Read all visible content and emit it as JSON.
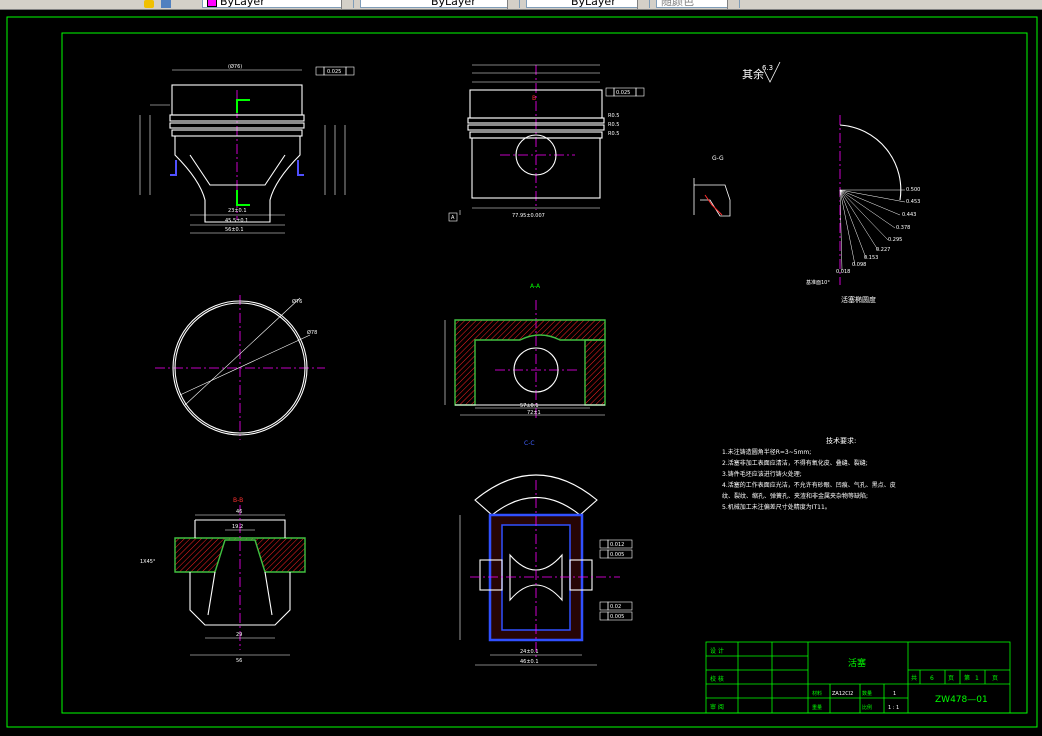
{
  "toolbar": {
    "layer_color_label": "ByLayer",
    "linetype_label": "ByLayer",
    "lineweight_label": "ByLayer",
    "plotstyle_label": "随颜色"
  },
  "drawing": {
    "roughness_label": "其余",
    "roughness_value": "6.3",
    "section_aa": "A-A",
    "section_bb": "B-B",
    "section_cc": "C-C",
    "section_gg": "G-G",
    "ovality_title": "活塞椭圆度",
    "dim_top_diameter": "(Ø76)",
    "dim_width_a": "23±0.1",
    "dim_width_b": "45.5±0.1",
    "dim_width_c": "56±0.1",
    "dim_total_width": "77.95±0.007",
    "dim_aa_a": "57±0.1",
    "dim_aa_b": "72±1",
    "dim_cc_a": "24±0.1",
    "dim_cc_b": "46±0.1",
    "dim_bb_top": "46",
    "dim_bb_mid": "19.2",
    "dim_bb_low": "29",
    "dim_bb_bot": "56",
    "dim_bb_chamfer": "1X45°",
    "dim_circle_a": "Ø76",
    "dim_circle_b": "Ø78",
    "ovality_values": [
      "0.500",
      "0.453",
      "0.443",
      "0.378",
      "0.295",
      "0.227",
      "0.153",
      "0.098",
      "0.018"
    ],
    "ovality_angle": "基准面10°",
    "radii": [
      "R0.5",
      "R0.5",
      "R0.5"
    ],
    "tolerance_a": "0.025",
    "tolerance_b": "0.025",
    "tolerance_c": "0.012",
    "tolerance_d": "0.005",
    "tolerance_e": "0.02",
    "tolerance_f": "0.005"
  },
  "tech": {
    "title": "技术要求:",
    "lines": [
      "1.未注铸造圆角半径R=3~5mm;",
      "2.活塞非加工表面应清洁，不得有氧化皮、叠缝、裂缝;",
      "3.铸件毛坯应该进行铸火处理;",
      "4.活塞的工作表面应光洁，不允许有砂眼、凹痕、气孔、黑点、皮",
      "纹、裂纹、缩孔、弹簧孔、夹渣和非金属夹杂物等缺陷;",
      "5.机械加工未注偏差尺寸处精度为IT11。"
    ]
  },
  "title_block": {
    "design": "设 计",
    "check": "校 核",
    "review": "审 阅",
    "part_name": "活塞",
    "material_label": "材料",
    "material_value": "ZA12Cl2",
    "quantity_label": "数量",
    "quantity_value": "1",
    "weight_label": "重量",
    "scale_label": "比例",
    "scale_value": "1 : 1",
    "total_label": "共",
    "total_value": "6",
    "page_label": "页",
    "sheet_label": "第",
    "sheet_value": "1",
    "sheet_page_label": "页",
    "drawing_number": "ZW478—01"
  },
  "colors": {
    "background": "#000000",
    "border": "#00ff00",
    "center_lines": "#ff00ff",
    "hatch": "#ff2020",
    "dimensions": "#ffffff"
  }
}
